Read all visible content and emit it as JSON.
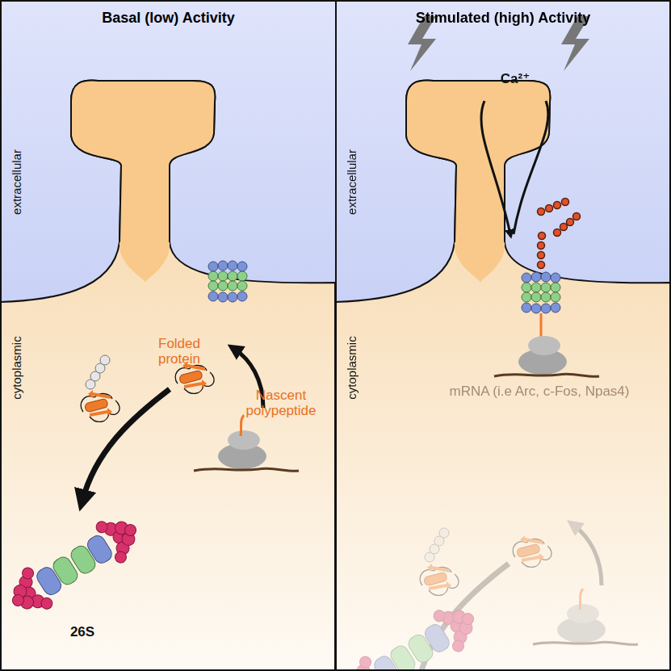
{
  "diagram": {
    "nodes": [
      {
        "text": [
          "Basal (low) Activity"
        ]
      },
      {
        "text": [
          "Stimulated (high) Activity"
        ]
      }
    ],
    "labels": [
      "extracellular",
      "cytoplasmic",
      "Folded protein",
      "Nascent polypeptide",
      "26S",
      "extracellular",
      "cytoplasmic",
      "Ca²⁺",
      "mRNA (i.e Arc, c-Fos, Npas4)"
    ]
  }
}
